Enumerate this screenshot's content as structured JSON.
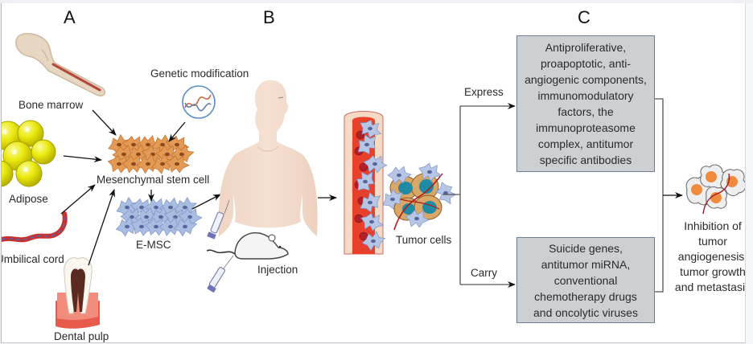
{
  "panels": {
    "a": "A",
    "b": "B",
    "c": "C"
  },
  "panel_a": {
    "sources": [
      {
        "label": "Bone marrow",
        "icon": "bone-icon"
      },
      {
        "label": "Adipose",
        "icon": "adipose-tissue-icon"
      },
      {
        "label": "Umbilical cord",
        "icon": "umbilical-cord-icon"
      },
      {
        "label": "Dental pulp",
        "icon": "tooth-icon"
      }
    ],
    "genetic_modification": {
      "label": "Genetic modification",
      "icon": "dna-helix-icon"
    },
    "msc": {
      "label": "Mesenchymal stem cell",
      "icon": "stem-cell-cluster-icon"
    },
    "emsc": {
      "label": "E-MSC",
      "icon": "engineered-cell-cluster-icon"
    }
  },
  "panel_b": {
    "human_icon": "human-torso-icon",
    "mouse_icon": "mouse-icon",
    "syringe_icon": "syringe-icon",
    "injection_label": "Injection",
    "vessel_icon": "blood-vessel-icon",
    "tumor_label": "Tumor cells",
    "tumor_icon": "tumor-cells-icon"
  },
  "panel_c": {
    "express_label": "Express",
    "carry_label": "Carry",
    "express_box": [
      "Antiproliferative,",
      "proapoptotic, anti-",
      "angiogenic components,",
      "immunomodulatory",
      "factors, the",
      "immunoproteasome",
      "complex, antitumor",
      "specific antibodies"
    ],
    "carry_box": [
      "Suicide genes,",
      "antitumor miRNA,",
      "conventional",
      "chemotherapy drugs",
      "and oncolytic viruses"
    ],
    "outcome_icon": "inhibited-tumor-cells-icon",
    "outcome": [
      "Inhibition of",
      "tumor",
      "angiogenesis,",
      "tumor growth",
      "and metastasis"
    ]
  },
  "colors": {
    "box_fill": "#cdd0d3",
    "box_border": "#6c7f93",
    "msc_orange": "#e39a55",
    "emsc_blue": "#a9bde0",
    "vessel_red": "#e8402a",
    "skin": "#f3dccd"
  }
}
